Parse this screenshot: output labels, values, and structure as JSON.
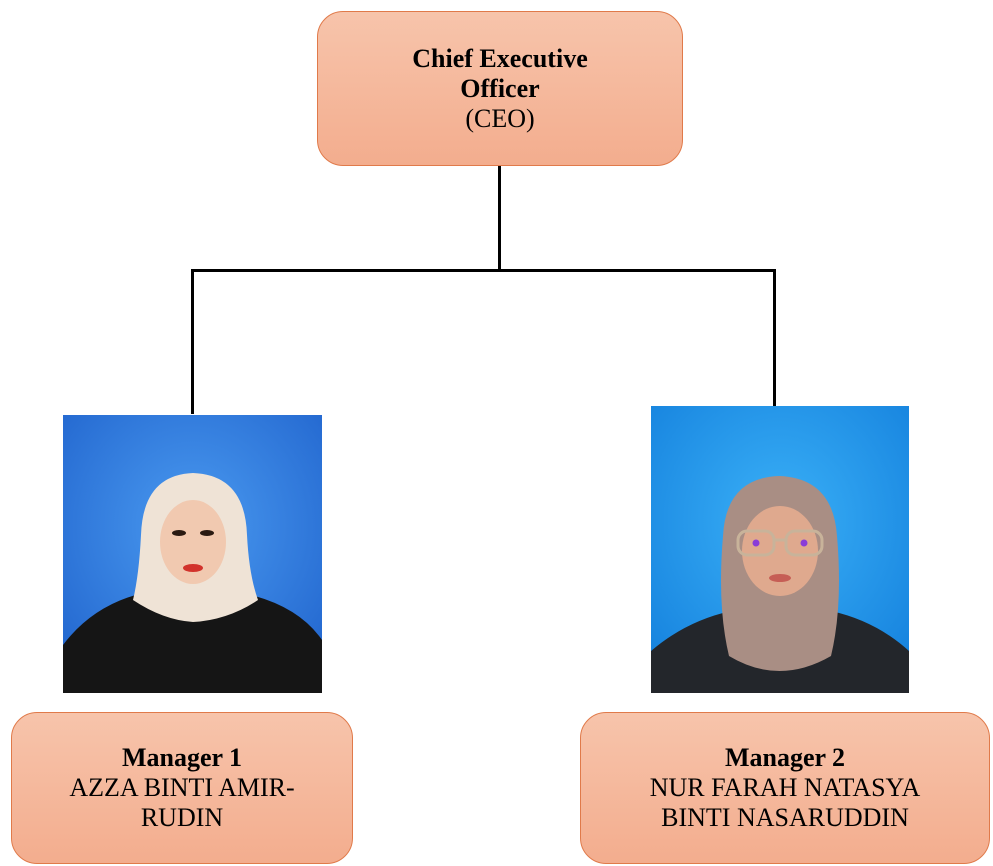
{
  "ceo": {
    "title_line1": "Chief Executive",
    "title_line2": "Officer",
    "abbr": "(CEO)"
  },
  "managers": [
    {
      "title": "Manager 1",
      "name_line1": "AZZA BINTI AMIR-",
      "name_line2": "RUDIN"
    },
    {
      "title": "Manager 2",
      "name_line1": "NUR FARAH NATASYA",
      "name_line2": "BINTI NASARUDDIN"
    }
  ],
  "colors": {
    "box_fill_top": "#f7c4ab",
    "box_fill_bottom": "#f3ad8e",
    "box_border": "#e07a4a",
    "photo1_bg": "#2f7ee0",
    "photo2_bg": "#1d92ea"
  }
}
